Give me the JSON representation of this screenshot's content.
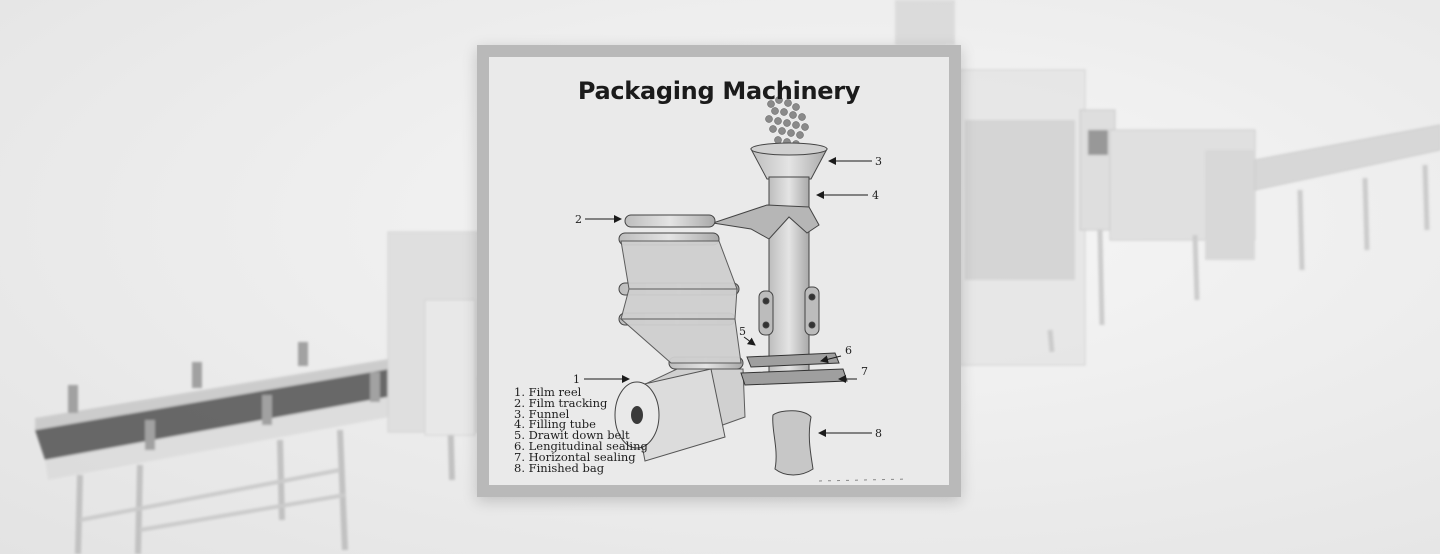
{
  "diagram": {
    "title": "Packaging Machinery",
    "callouts": [
      "1",
      "2",
      "3",
      "4",
      "5",
      "6",
      "7",
      "8"
    ],
    "legend": [
      "1. Film reel",
      "2. Film tracking",
      "3. Funnel",
      "4. Filling tube",
      "5. Drawit down belt",
      "6. Lengitudinal sealing",
      "7. Horizontal sealing",
      "8. Finished bag"
    ]
  },
  "colors": {
    "card_frame": "#b9b9b9",
    "card_panel": "#eeeeee",
    "ink": "#1b1b1b",
    "machine_metal": "#d6d6d6"
  }
}
